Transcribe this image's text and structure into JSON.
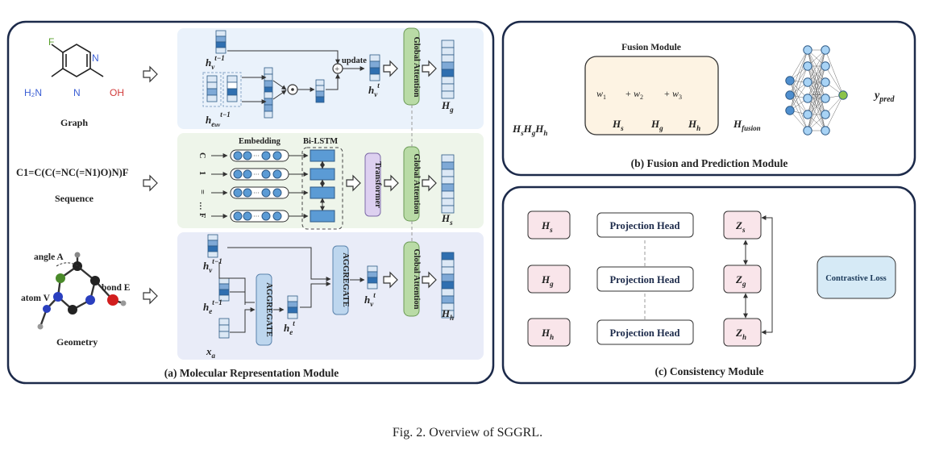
{
  "caption": "Fig. 2.  Overview of SGGRL.",
  "panels": {
    "a": {
      "title": "(a) Molecular Representation Module",
      "graph_label": "Graph",
      "sequence_label": "Sequence",
      "geometry_label": "Geometry",
      "smiles": "C1=C(C(=NC(=N1)O)N)F",
      "atom_labels": {
        "F": "F",
        "N1": "N",
        "N2": "N",
        "OH": "OH",
        "H2N": "H₂N"
      },
      "geo_labels": {
        "angle": "angle A",
        "bond": "bond E",
        "atom": "atom V"
      },
      "seq_tokens": [
        "C",
        "1",
        "=",
        "…",
        "F"
      ],
      "embedding_label": "Embedding",
      "bilstm_label": "Bi-LSTM",
      "transformer_label": "Transformer",
      "global_attention_label": "Global Attention",
      "aggregate_label": "AGGREGATE",
      "update_label": "update",
      "math": {
        "hv_prev": "h_v^{t-1}",
        "he_uv_prev": "h_{e_{uv}}^{t-1}",
        "hv_t": "h_v^t",
        "Hg": "H_g",
        "Hs": "H_s",
        "Hh": "H_h",
        "he_prev": "h_e^{t-1}",
        "xa": "x_a",
        "he_t": "h_e^t"
      }
    },
    "b": {
      "title": "(b) Fusion and Prediction Module",
      "fusion_module_label": "Fusion Module",
      "weights": [
        "w1",
        "w2",
        "w3"
      ],
      "inputs": [
        "H_s",
        "H_g",
        "H_h"
      ],
      "fusion_output": "H_fusion",
      "prediction": "y_pred"
    },
    "c": {
      "title": "(c) Consistency Module",
      "projection_label": "Projection Head",
      "contrastive_label": "Contrastive Loss",
      "inputs": [
        "H_s",
        "H_g",
        "H_h"
      ],
      "outputs": [
        "Z_s",
        "Z_g",
        "Z_h"
      ]
    }
  },
  "colors": {
    "border": "#1c2a4a",
    "cell_dark": "#2f6fb0",
    "cell_mid": "#7fa9d6",
    "cell_light": "#dce8f5",
    "graph_bg": "#eaf2fb",
    "seq_bg": "#eef5ea",
    "geo_bg": "#e9ecf8",
    "attention_green": "#b9dba6",
    "transformer_purple": "#ddd0f0",
    "aggregate_blue": "#bdd6ee",
    "fusion_bg": "#fdf3e3",
    "pink_box": "#f9e5ea",
    "contrastive_bg": "#d6eaf6"
  }
}
